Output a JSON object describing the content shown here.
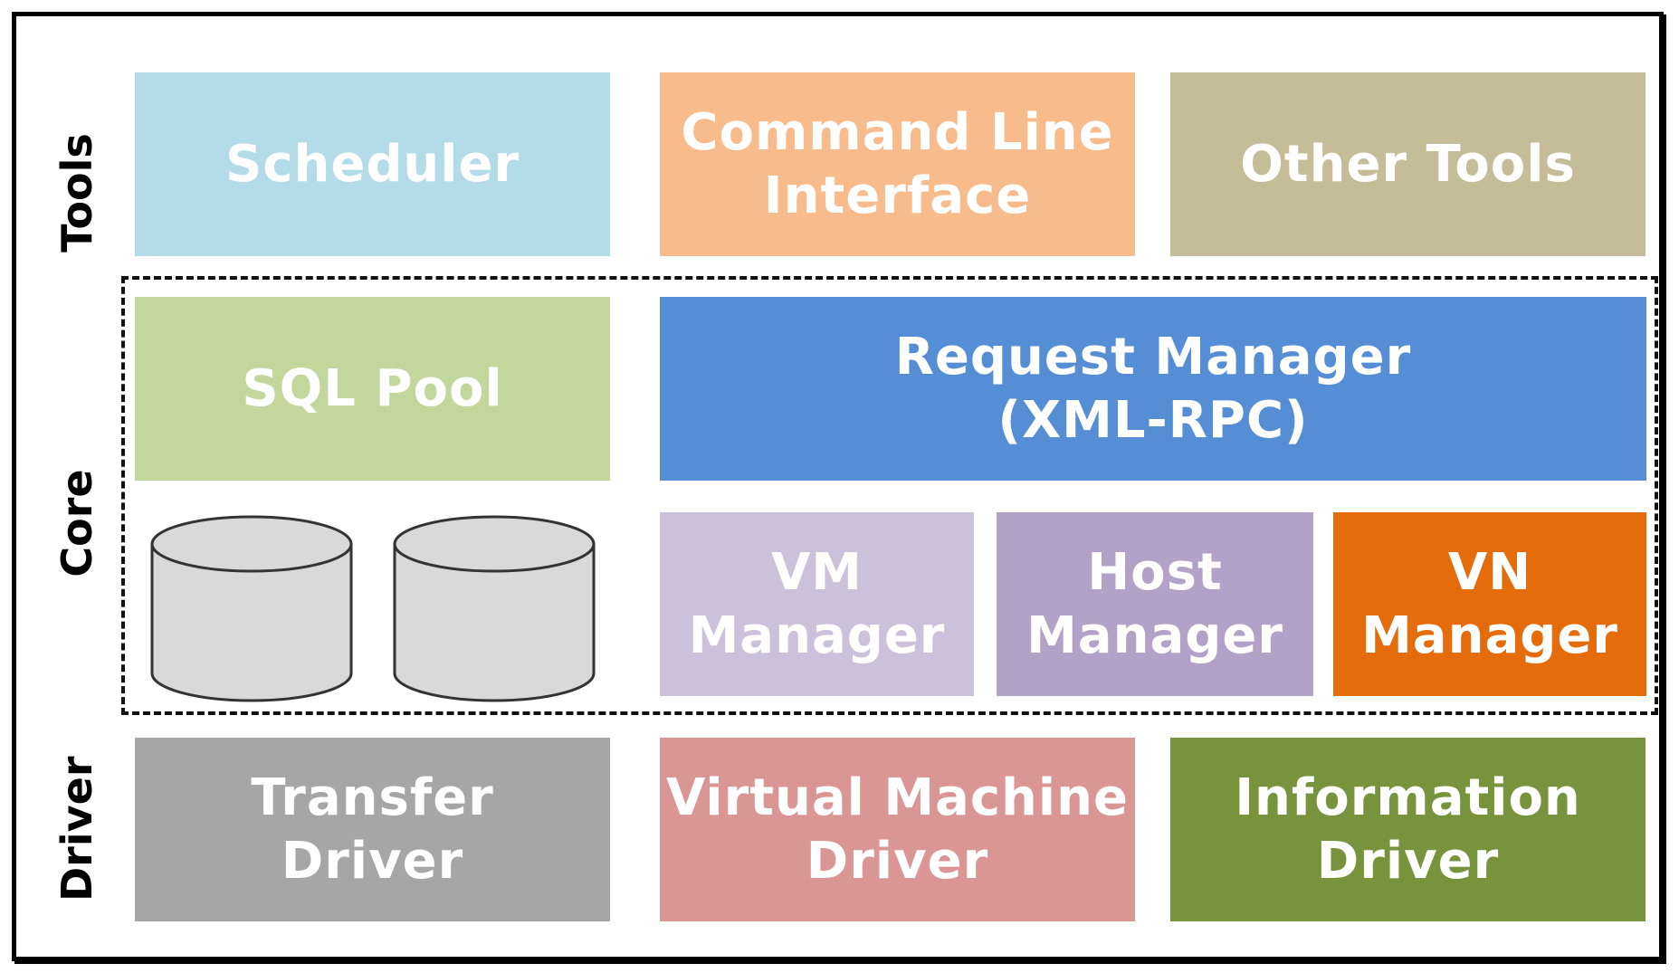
{
  "layers": {
    "tools": "Tools",
    "core": "Core",
    "driver": "Driver"
  },
  "tools": {
    "scheduler": "Scheduler",
    "cli": "Command Line\nInterface",
    "other": "Other Tools"
  },
  "core": {
    "sql_pool": "SQL Pool",
    "request_manager": "Request Manager\n(XML-RPC)",
    "vm_manager": "VM\nManager",
    "host_manager": "Host\nManager",
    "vn_manager": "VN\nManager"
  },
  "drivers": {
    "transfer": "Transfer\nDriver",
    "virtual_machine": "Virtual Machine\nDriver",
    "information": "Information\nDriver"
  },
  "colors": {
    "scheduler": "#b4dce8",
    "cli": "#f8bc8c",
    "other_tools": "#c4bd97",
    "sql_pool": "#c3d69b",
    "request_manager": "#558ed5",
    "vm_manager": "#ccc1da",
    "host_manager": "#b3a2c7",
    "vn_manager": "#e46c0a",
    "transfer_driver": "#a6a6a6",
    "vm_driver": "#d99694",
    "information_driver": "#77933c",
    "database": "#d9d9d9"
  },
  "icons": [
    "database-icon",
    "database-icon"
  ]
}
